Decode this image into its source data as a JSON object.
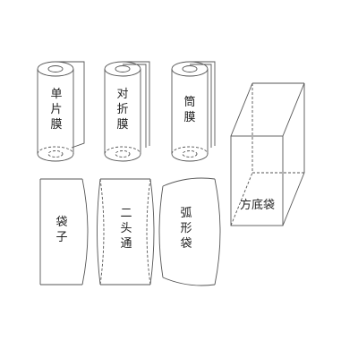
{
  "labels": {
    "single_film": "单片膜",
    "folded_film": "对折膜",
    "tube_film": "筒膜",
    "bag": "袋子",
    "two_end_open": "二头通",
    "curved_bag": "弧形袋",
    "square_bottom_bag": "方底袋"
  }
}
